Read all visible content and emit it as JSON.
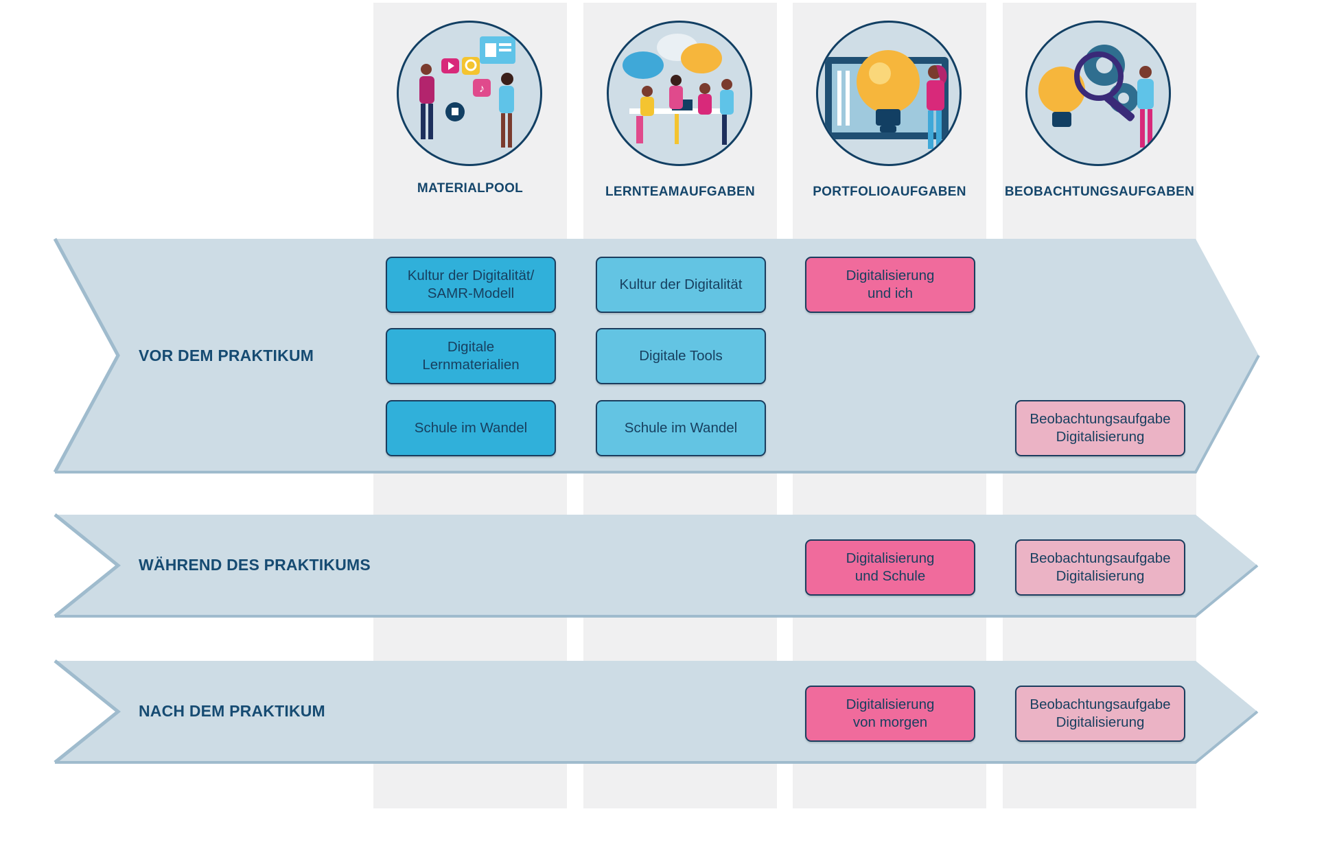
{
  "columns": [
    {
      "title": "MATERIALPOOL",
      "icon": "social-media-people-icon"
    },
    {
      "title": "LERNTEAMAUFGABEN",
      "icon": "team-discussion-icon"
    },
    {
      "title": "PORTFOLIOAUFGABEN",
      "icon": "lightbulb-idea-icon"
    },
    {
      "title": "BEOBACHTUNGSAUFGABEN",
      "icon": "magnifier-gears-icon"
    }
  ],
  "rows": [
    {
      "label": "VOR DEM PRAKTIKUM"
    },
    {
      "label": "WÄHREND DES PRAKTIKUMS"
    },
    {
      "label": "NACH DEM PRAKTIKUM"
    }
  ],
  "boxes": {
    "vor_material_1": "Kultur der Digitalität/\nSAMR-Modell",
    "vor_material_2": "Digitale\nLernmaterialien",
    "vor_material_3": "Schule im Wandel",
    "vor_lernteam_1": "Kultur der Digitalität",
    "vor_lernteam_2": "Digitale Tools",
    "vor_lernteam_3": "Schule im Wandel",
    "vor_portfolio_1": "Digitalisierung\nund ich",
    "vor_beobachtung_1": "Beobachtungsaufgabe\nDigitalisierung",
    "waehrend_portfolio": "Digitalisierung\nund Schule",
    "waehrend_beobachtung": "Beobachtungsaufgabe\nDigitalisierung",
    "nach_portfolio": "Digitalisierung\nvon morgen",
    "nach_beobachtung": "Beobachtungsaufgabe\nDigitalisierung"
  },
  "colors": {
    "column_bg": "#f0f0f1",
    "band_fill": "#cddce5",
    "band_edge": "#9fbbcd",
    "title_text": "#15466b",
    "box_blue": "#30b0da",
    "box_lightblue": "#63c4e3",
    "box_pink": "#f06b9c",
    "box_lightpink": "#ebb3c5"
  }
}
